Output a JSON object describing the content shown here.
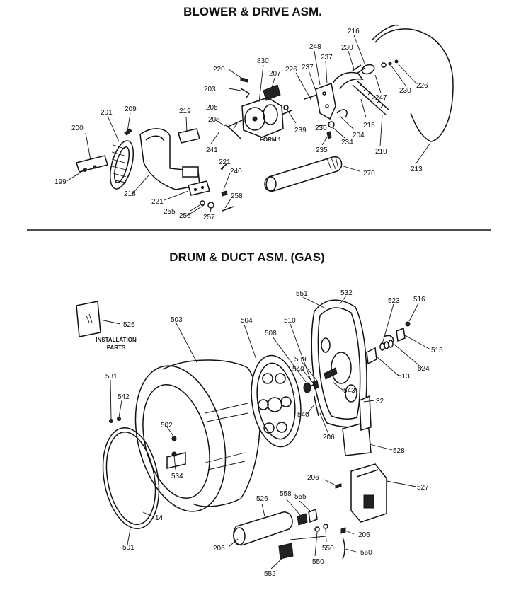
{
  "sections": [
    {
      "title": "BLOWER & DRIVE ASM."
    },
    {
      "title": "DRUM & DUCT ASM. (GAS)"
    }
  ],
  "notes": {
    "form": "FORM 1",
    "installation": "INSTALLATION",
    "parts": "PARTS"
  },
  "callouts_blower": [
    "199",
    "200",
    "201",
    "209",
    "218",
    "219",
    "220",
    "203",
    "205",
    "206",
    "241",
    "221",
    "240",
    "258",
    "257",
    "256",
    "255",
    "221",
    "830",
    "207",
    "239",
    "226",
    "237",
    "248",
    "237",
    "230",
    "234",
    "235",
    "204",
    "216",
    "230",
    "247",
    "230",
    "226",
    "215",
    "210",
    "213",
    "270"
  ],
  "callouts_drum": [
    "525",
    "503",
    "504",
    "508",
    "510",
    "551",
    "532",
    "523",
    "516",
    "515",
    "524",
    "513",
    "539",
    "540",
    "543",
    "32",
    "540",
    "206",
    "528",
    "531",
    "542",
    "502",
    "534",
    "14",
    "501",
    "206",
    "527",
    "526",
    "558",
    "555",
    "206",
    "550",
    "550",
    "560",
    "206",
    "552"
  ]
}
